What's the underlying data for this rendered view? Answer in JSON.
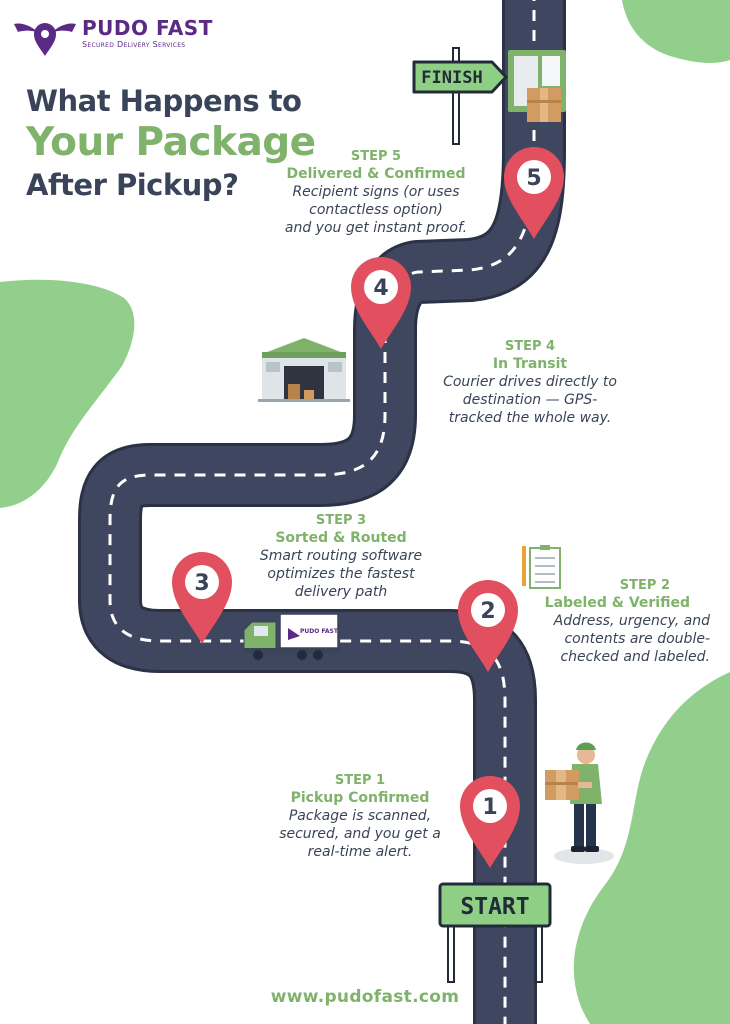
{
  "brand": {
    "name": "PUDO FAST",
    "tagline": "Secured Delivery Services"
  },
  "title": {
    "line1": "What Happens to",
    "line2": "Your Package",
    "line3": "After Pickup?"
  },
  "signs": {
    "finish": "FINISH",
    "start": "START"
  },
  "pins": [
    "1",
    "2",
    "3",
    "4",
    "5"
  ],
  "truck_label": "PUDO FAST",
  "steps": [
    {
      "num": "STEP 1",
      "title": "Pickup Confirmed",
      "lines": [
        "Package is scanned,",
        "secured, and you get a",
        "real-time alert."
      ]
    },
    {
      "num": "STEP 2",
      "title": "Labeled & Verified",
      "lines": [
        "Address, urgency, and",
        "contents are double-",
        "checked and labeled."
      ]
    },
    {
      "num": "STEP 3",
      "title": "Sorted & Routed",
      "lines": [
        "Smart routing software",
        "optimizes the fastest",
        "delivery path"
      ]
    },
    {
      "num": "STEP 4",
      "title": "In Transit",
      "lines": [
        "Courier drives directly to",
        "destination — GPS-",
        "tracked the whole way."
      ]
    },
    {
      "num": "STEP 5",
      "title": "Delivered & Confirmed",
      "lines": [
        "Recipient signs (or uses",
        "contactless option)",
        "and you get instant proof."
      ]
    }
  ],
  "website": "www.pudofast.com",
  "colors": {
    "road": "#3f4660",
    "green": "#7fb26a",
    "blob": "#93cf8c",
    "pin": "#e2505f",
    "title": "#3a4458",
    "brand": "#5b2a86"
  }
}
